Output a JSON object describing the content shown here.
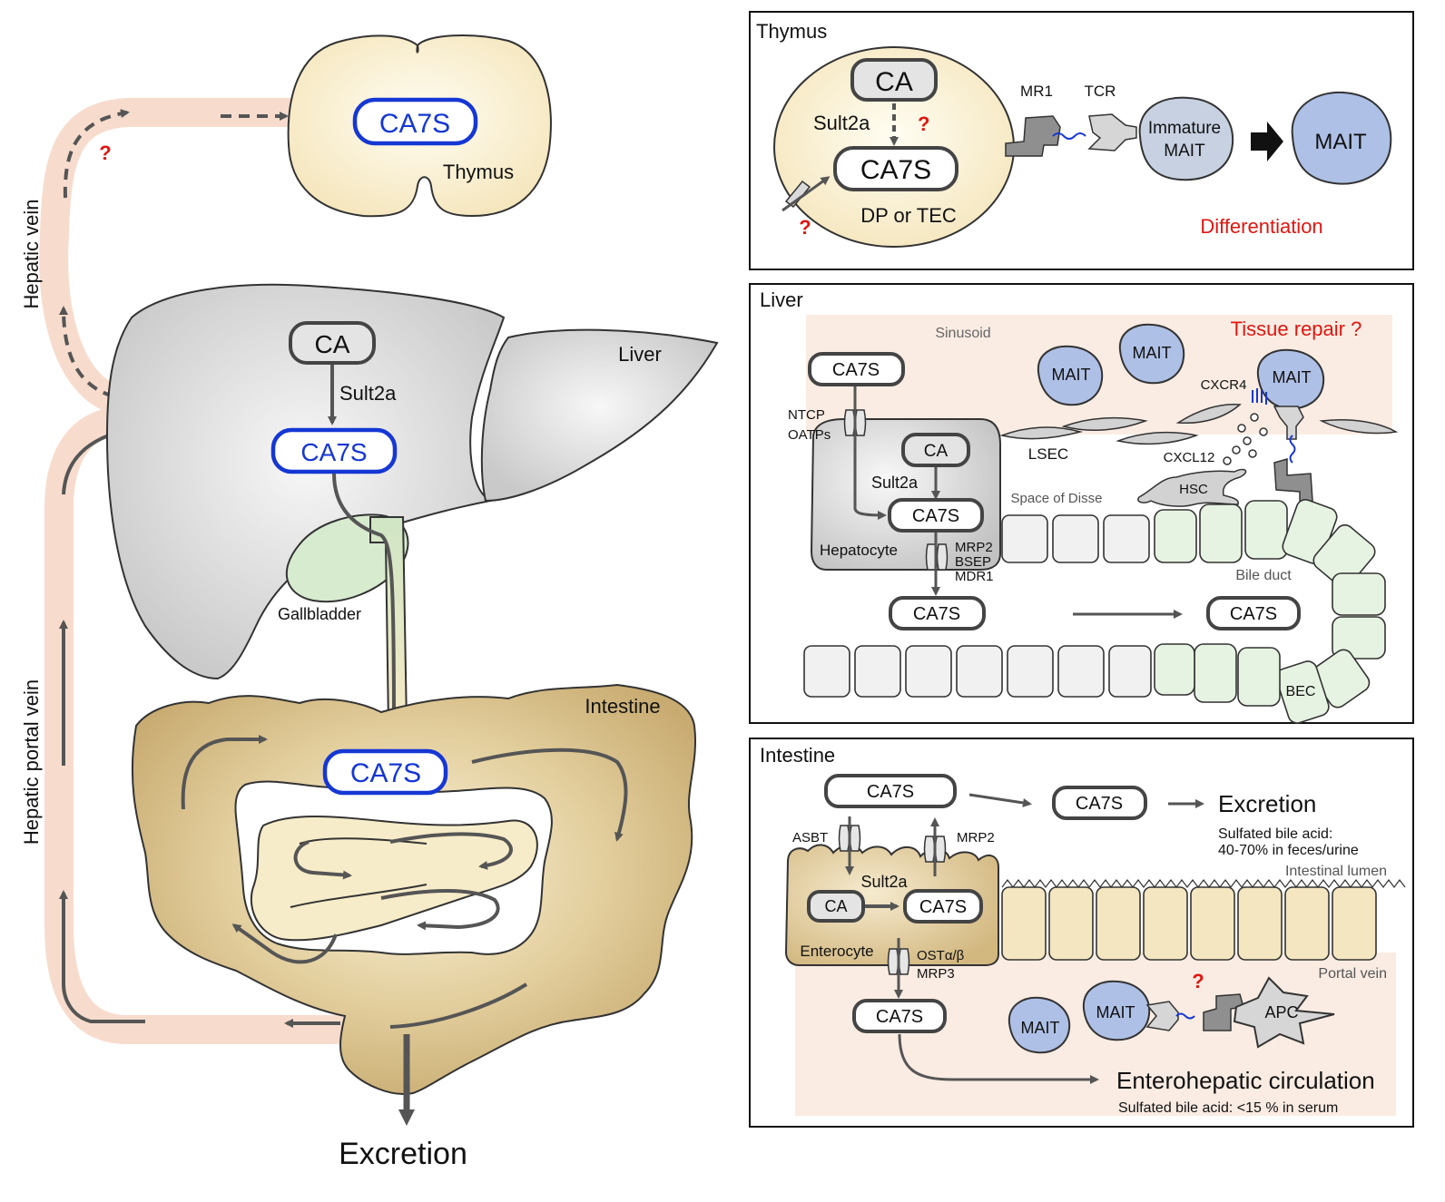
{
  "left": {
    "hepatic_vein": "Hepatic vein",
    "hepatic_portal_vein": "Hepatic portal vein",
    "question": "?",
    "thymus": {
      "label": "Thymus",
      "ca7s": "CA7S"
    },
    "liver": {
      "label": "Liver",
      "ca": "CA",
      "sult2a": "Sult2a",
      "ca7s": "CA7S",
      "gallbladder": "Gallbladder"
    },
    "intestine": {
      "label": "Intestine",
      "ca7s": "CA7S"
    },
    "excretion": "Excretion"
  },
  "thymus_panel": {
    "title": "Thymus",
    "ca": "CA",
    "sult2a": "Sult2a",
    "q1": "?",
    "q2": "?",
    "ca7s": "CA7S",
    "cell_label": "DP or TEC",
    "mr1": "MR1",
    "tcr": "TCR",
    "immature_mait": "Immature MAIT",
    "immature_line1": "Immature",
    "immature_line2": "MAIT",
    "mait": "MAIT",
    "differentiation": "Differentiation"
  },
  "liver_panel": {
    "title": "Liver",
    "sinusoid": "Sinusoid",
    "tissue_repair": "Tissue repair ?",
    "ca7s_top": "CA7S",
    "ntcp": "NTCP",
    "oatps": "OATPs",
    "ca": "CA",
    "sult2a": "Sult2a",
    "ca7s_mid": "CA7S",
    "hepatocyte": "Hepatocyte",
    "mrp2": "MRP2",
    "bsep": "BSEP",
    "mdr1": "MDR1",
    "ca7s_low": "CA7S",
    "ca7s_right": "CA7S",
    "lsec": "LSEC",
    "cxcl12": "CXCL12",
    "cxcr4": "CXCR4",
    "hsc": "HSC",
    "space_of_disse": "Space of Disse",
    "bile_duct": "Bile duct",
    "bec": "BEC",
    "mait1": "MAIT",
    "mait2": "MAIT",
    "mait3": "MAIT"
  },
  "intestine_panel": {
    "title": "Intestine",
    "ca7s_top": "CA7S",
    "ca7s_right": "CA7S",
    "excretion": "Excretion",
    "sulfated_line1": "Sulfated bile acid:",
    "sulfated_line2": "40-70% in feces/urine",
    "intestinal_lumen": "Intestinal lumen",
    "asbt": "ASBT",
    "mrp2": "MRP2",
    "sult2a": "Sult2a",
    "ca": "CA",
    "ca7s_mid": "CA7S",
    "enterocyte": "Enterocyte",
    "ost": "OSTα/β",
    "mrp3": "MRP3",
    "portal_vein": "Portal vein",
    "ca7s_low": "CA7S",
    "mait1": "MAIT",
    "mait2": "MAIT",
    "apc": "APC",
    "question": "?",
    "enterohepatic": "Enterohepatic circulation",
    "serum_note": "Sulfated bile acid: <15 % in serum"
  }
}
